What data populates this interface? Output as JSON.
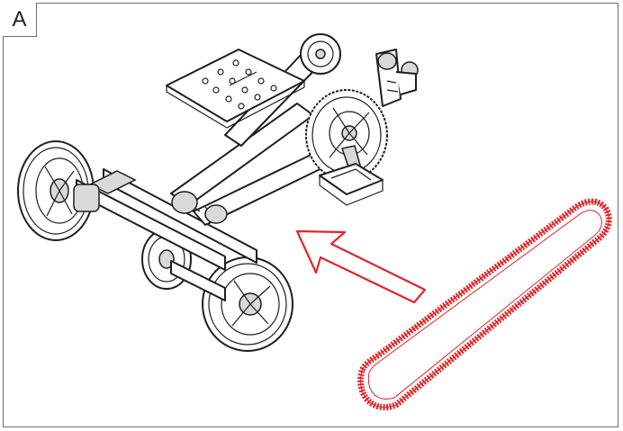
{
  "step": {
    "label": "A"
  },
  "colors": {
    "highlight": "#e0262a",
    "ink": "#1e1e1e",
    "border": "#6d6d6d"
  },
  "parts": {
    "highlighted_part": "drive-chain",
    "direction_indicator": "arrow-pointing-to-assembly"
  }
}
